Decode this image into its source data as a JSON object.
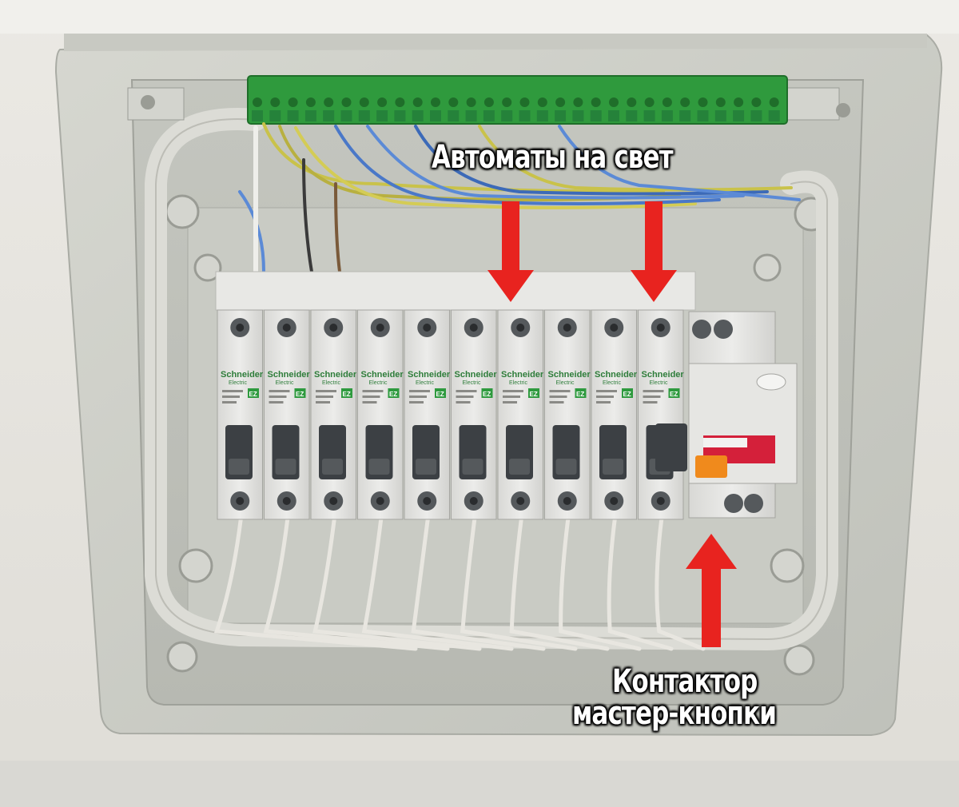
{
  "annotations": {
    "light_breakers": "Автоматы на свет",
    "contactor_line1": "Контактор",
    "contactor_line2": "мастер-кнопки"
  },
  "brand": {
    "name": "Schneider",
    "subname": "Electric",
    "series_badge": "EZ"
  },
  "colors": {
    "arrow": "#e8231f",
    "busbar": "#2f9a3d",
    "enclosure": "#cfd0c9",
    "breaker_body": "#e4e4e1",
    "toggle": "#3c4044",
    "orange_test": "#f08a1c",
    "red_indicator": "#d4203a"
  },
  "breakers": {
    "count": 10,
    "has_rcd_module": true
  }
}
